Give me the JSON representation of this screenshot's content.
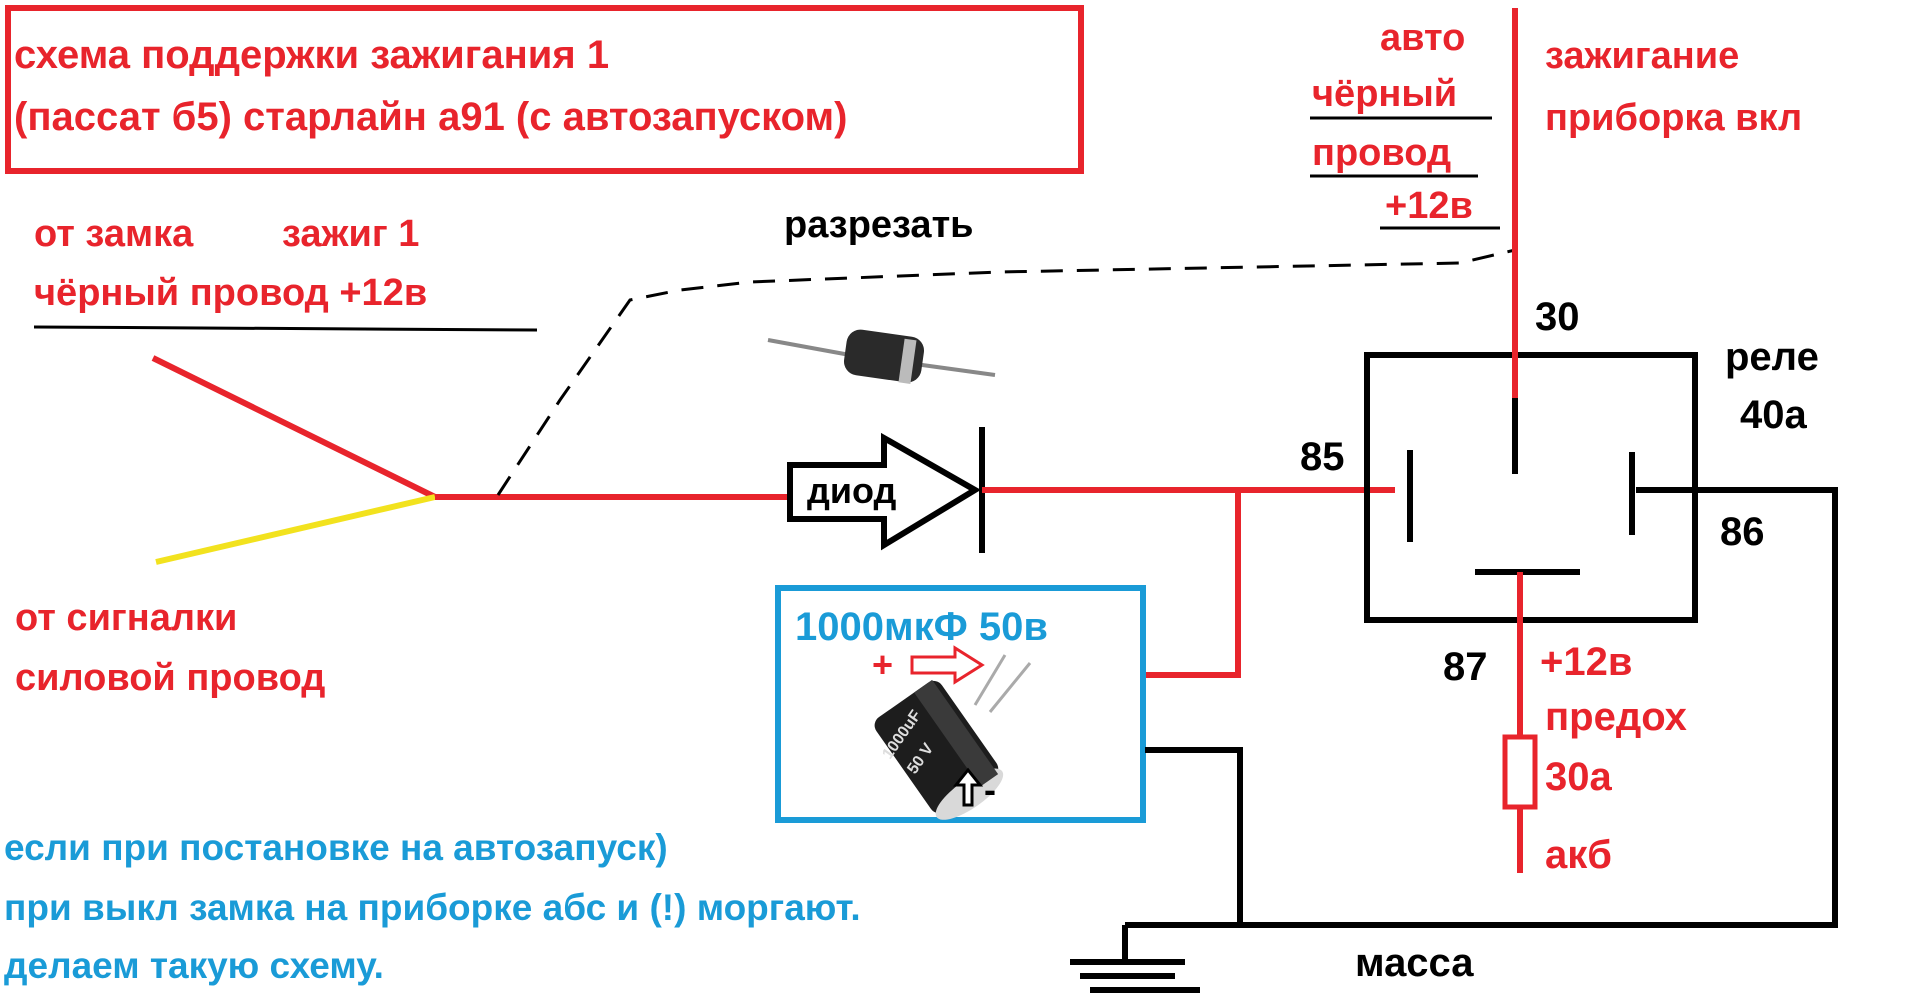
{
  "title": {
    "line1": "схема поддержки зажигания 1",
    "line2": "(пассат б5) старлайн а91 (с автозапуском)"
  },
  "left_top": {
    "line1a": "от замка",
    "line1b": "зажиг 1",
    "line2": "чёрный провод +12в"
  },
  "left_bottom": {
    "line1": "от сигналки",
    "line2": "силовой провод"
  },
  "cut_label": "разрезать",
  "diode_label": "диод",
  "auto_wire": {
    "l1": "авто",
    "l2": "чёрный",
    "l3": "провод",
    "l4": "+12в"
  },
  "ignition": {
    "l1": "зажигание",
    "l2": "приборка вкл"
  },
  "relay": {
    "pin30": "30",
    "pin85": "85",
    "pin86": "86",
    "pin87": "87",
    "name_l1": "реле",
    "name_l2": "40а"
  },
  "output": {
    "l1": "+12в",
    "l2": "предох",
    "l3": "30а",
    "l4": "акб"
  },
  "capacitor": {
    "label": "1000мкФ 50в",
    "plus": "+",
    "minus": "-",
    "marking1": "1000uF",
    "marking2": "50 V"
  },
  "ground_label": "масса",
  "notes": {
    "l1": "если при постановке на автозапуск)",
    "l2": "при выкл замка на приборке абс и (!) моргают.",
    "l3": "делаем такую схему."
  },
  "colors": {
    "red": "#e8242c",
    "black": "#000000",
    "yellow": "#f2e21e",
    "blue": "#1a9bd7"
  }
}
